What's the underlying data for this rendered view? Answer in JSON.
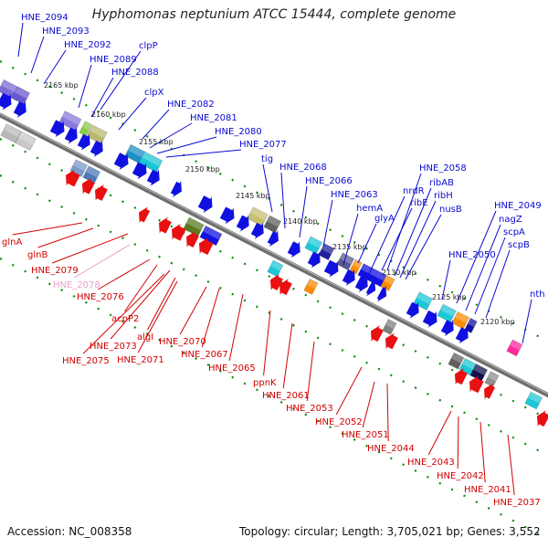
{
  "title": "Hyphomonas neptunium ATCC 15444, complete genome",
  "footer": {
    "accession": "Accession: NC_008358",
    "topology": "Topology: circular; Length: 3,705,021 bp; Genes: 3,552"
  },
  "colors": {
    "forward_label": "#0a0ad2",
    "reverse_label": "#d20000",
    "pseudo_label": "#e9a0c8",
    "backbone": "#6f6f6f",
    "tick": "#0a8a0a",
    "forward_gene": "#1010e0",
    "reverse_gene": "#e81010"
  },
  "scale_labels": [
    "2165 kbp",
    "2160 kbp",
    "2155 kbp",
    "2150 kbp",
    "2145 kbp",
    "2140 kbp",
    "2135 kbp",
    "2130 kbp",
    "2125 kbp",
    "2120 kbp"
  ],
  "forward_labels": [
    "HNE_2094",
    "HNE_2093",
    "HNE_2092",
    "clpP",
    "HNE_2089",
    "HNE_2088",
    "clpX",
    "HNE_2082",
    "HNE_2081",
    "HNE_2080",
    "HNE_2077",
    "tig",
    "HNE_2068",
    "HNE_2066",
    "HNE_2063",
    "hemA",
    "glyA",
    "nrdR",
    "ribE",
    "ribAB",
    "ribH",
    "nusB",
    "HNE_2058",
    "HNE_2050",
    "HNE_2049",
    "nagZ",
    "scpA",
    "scpB",
    "nth"
  ],
  "reverse_labels": [
    "glnA",
    "glnB",
    "HNE_2079",
    "HNE_2078",
    "HNE_2076",
    "acpP2",
    "HNE_2073",
    "HNE_2075",
    "algI",
    "HNE_2071",
    "HNE_2070",
    "HNE_2067",
    "HNE_2065",
    "ppnK",
    "HNE_2061",
    "HNE_2053",
    "HNE_2052",
    "HNE_2051",
    "HNE_2044",
    "HNE_2043",
    "HNE_2042",
    "HNE_2041",
    "HNE_2037"
  ]
}
